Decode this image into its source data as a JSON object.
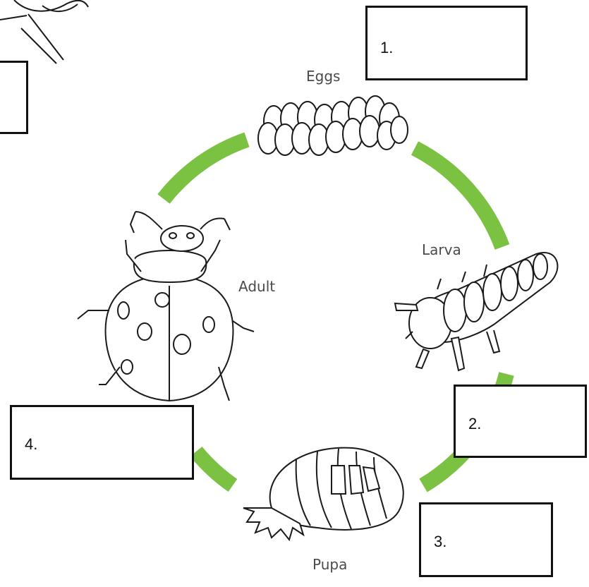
{
  "stages": {
    "eggs": "Eggs",
    "larva": "Larva",
    "pupa": "Pupa",
    "adult": "Adult"
  },
  "answer_boxes": {
    "box1": "1.",
    "box2": "2.",
    "box3": "3.",
    "box4": "4."
  },
  "colors": {
    "arrow_green": "#7cc242",
    "outline": "#1a1a1a"
  }
}
